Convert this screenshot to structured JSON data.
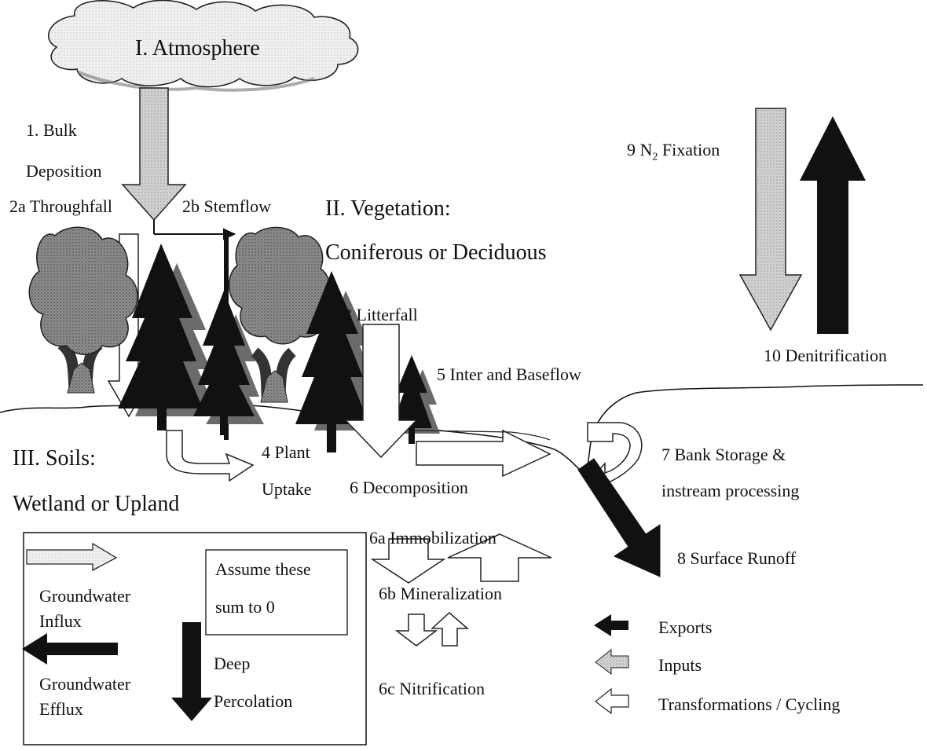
{
  "atmosphere": {
    "title": "I. Atmosphere"
  },
  "vegetation": {
    "title": "II. Vegetation:",
    "subtitle": "Coniferous or Deciduous"
  },
  "soils": {
    "title": "III. Soils:",
    "subtitle": "Wetland or Upland"
  },
  "fluxes": {
    "bulk_1": "1. Bulk",
    "bulk_2": "Deposition",
    "throughfall": "2a Throughfall",
    "stemflow": "2b Stemflow",
    "litterfall": "3 Litterfall",
    "plant_uptake_1": "4 Plant",
    "plant_uptake_2": "Uptake",
    "interflow": "5 Inter and Baseflow",
    "decomposition": "6 Decomposition",
    "bank_storage_1": "7 Bank Storage &",
    "bank_storage_2": "instream processing",
    "surface_runoff": "8 Surface Runoff",
    "n2_fixation_prefix": "9 N",
    "n2_fixation_sub": "2",
    "n2_fixation_suffix": " Fixation",
    "denitrification": "10 Denitrification",
    "immobilization": "6a Immobilization",
    "mineralization": "6b Mineralization",
    "nitrification": "6c Nitrification"
  },
  "groundwater_box": {
    "influx_1": "Groundwater",
    "influx_2": "Influx",
    "efflux_1": "Groundwater",
    "efflux_2": "Efflux",
    "deep_1": "Deep",
    "deep_2": "Percolation",
    "note_1": "Assume these",
    "note_2": "sum to 0"
  },
  "legend": {
    "exports": "Exports",
    "inputs": "Inputs",
    "transformations": "Transformations / Cycling"
  }
}
